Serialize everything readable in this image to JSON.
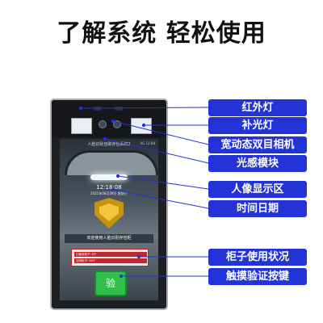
{
  "headline": "了解系统  轻松使用",
  "screen": {
    "title": "人脸识别自助存包系统2",
    "signal": "4G 12:08",
    "time": "12:18:08",
    "date": "2021年08月08日 星期日",
    "welcome": "欢迎使用人脸识别存包柜",
    "status_rows": [
      "已使用柜子: 8个",
      "空闲柜子: 56个"
    ],
    "verify_label": "验"
  },
  "callouts": [
    "红外灯",
    "补光灯",
    "宽动态双目相机",
    "光感模块",
    "人像显示区",
    "时间日期",
    "柜子使用状况",
    "触摸验证按键"
  ],
  "colors": {
    "callout_bg": "#2233d8",
    "line": "#2233d8"
  }
}
